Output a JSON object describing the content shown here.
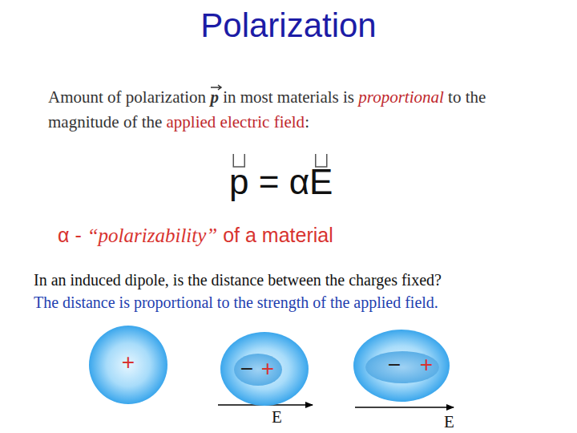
{
  "diagram": {
    "title": "Polarization",
    "nodes": [
      {
        "text": [
          "+"
        ]
      },
      {
        "text": [
          "−",
          "+"
        ]
      },
      {
        "text": [
          "−",
          "+"
        ]
      }
    ],
    "labels": [
      "Amount of polarization",
      "p",
      "in most materials is",
      "proportional",
      "to the magnitude of the",
      "applied electric field",
      ":",
      "p",
      "=",
      "αE",
      "α -",
      "“polarizability”",
      "of a material",
      "In an induced dipole, is the distance between the charges fixed?",
      "The distance is proportional to the strength of the applied field.",
      "E",
      "E"
    ]
  }
}
